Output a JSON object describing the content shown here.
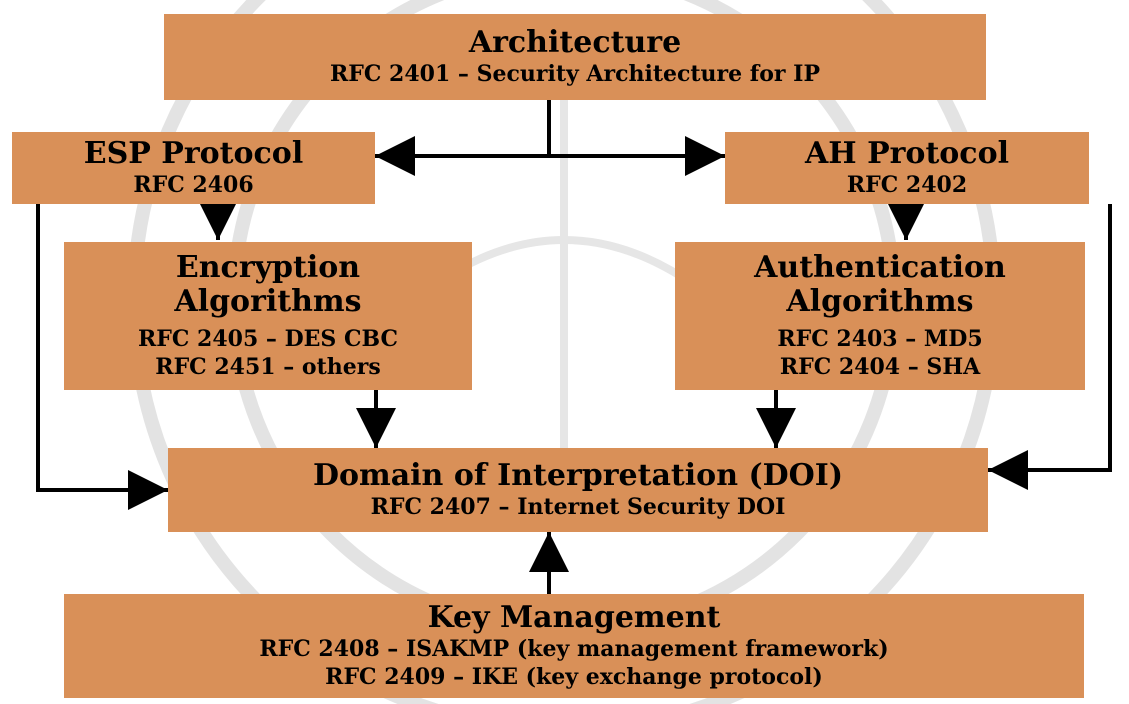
{
  "colors": {
    "box_fill": "#d99058",
    "line": "#000000",
    "watermark": "#e3e3e3"
  },
  "boxes": {
    "architecture": {
      "title": "Architecture",
      "lines": [
        "RFC 2401 – Security Architecture for IP"
      ]
    },
    "esp": {
      "title": "ESP Protocol",
      "lines": [
        "RFC 2406"
      ]
    },
    "ah": {
      "title": "AH Protocol",
      "lines": [
        "RFC 2402"
      ]
    },
    "encryption": {
      "title": [
        "Encryption",
        "Algorithms"
      ],
      "lines": [
        "RFC 2405 – DES CBC",
        "RFC 2451 – others"
      ]
    },
    "authentication": {
      "title": [
        "Authentication",
        "Algorithms"
      ],
      "lines": [
        "RFC 2403 – MD5",
        "RFC 2404 – SHA"
      ]
    },
    "doi": {
      "title": "Domain of Interpretation (DOI)",
      "lines": [
        "RFC 2407 – Internet Security DOI"
      ]
    },
    "key": {
      "title": "Key Management",
      "lines": [
        "RFC 2408 – ISAKMP (key management framework)",
        "RFC 2409 – IKE (key exchange protocol)"
      ]
    }
  },
  "edges": [
    {
      "from": "architecture",
      "to": "esp"
    },
    {
      "from": "architecture",
      "to": "ah"
    },
    {
      "from": "esp",
      "to": "encryption"
    },
    {
      "from": "ah",
      "to": "authentication"
    },
    {
      "from": "encryption",
      "to": "doi"
    },
    {
      "from": "authentication",
      "to": "doi"
    },
    {
      "from": "esp",
      "to": "doi"
    },
    {
      "from": "ah",
      "to": "doi"
    },
    {
      "from": "key",
      "to": "doi"
    }
  ]
}
